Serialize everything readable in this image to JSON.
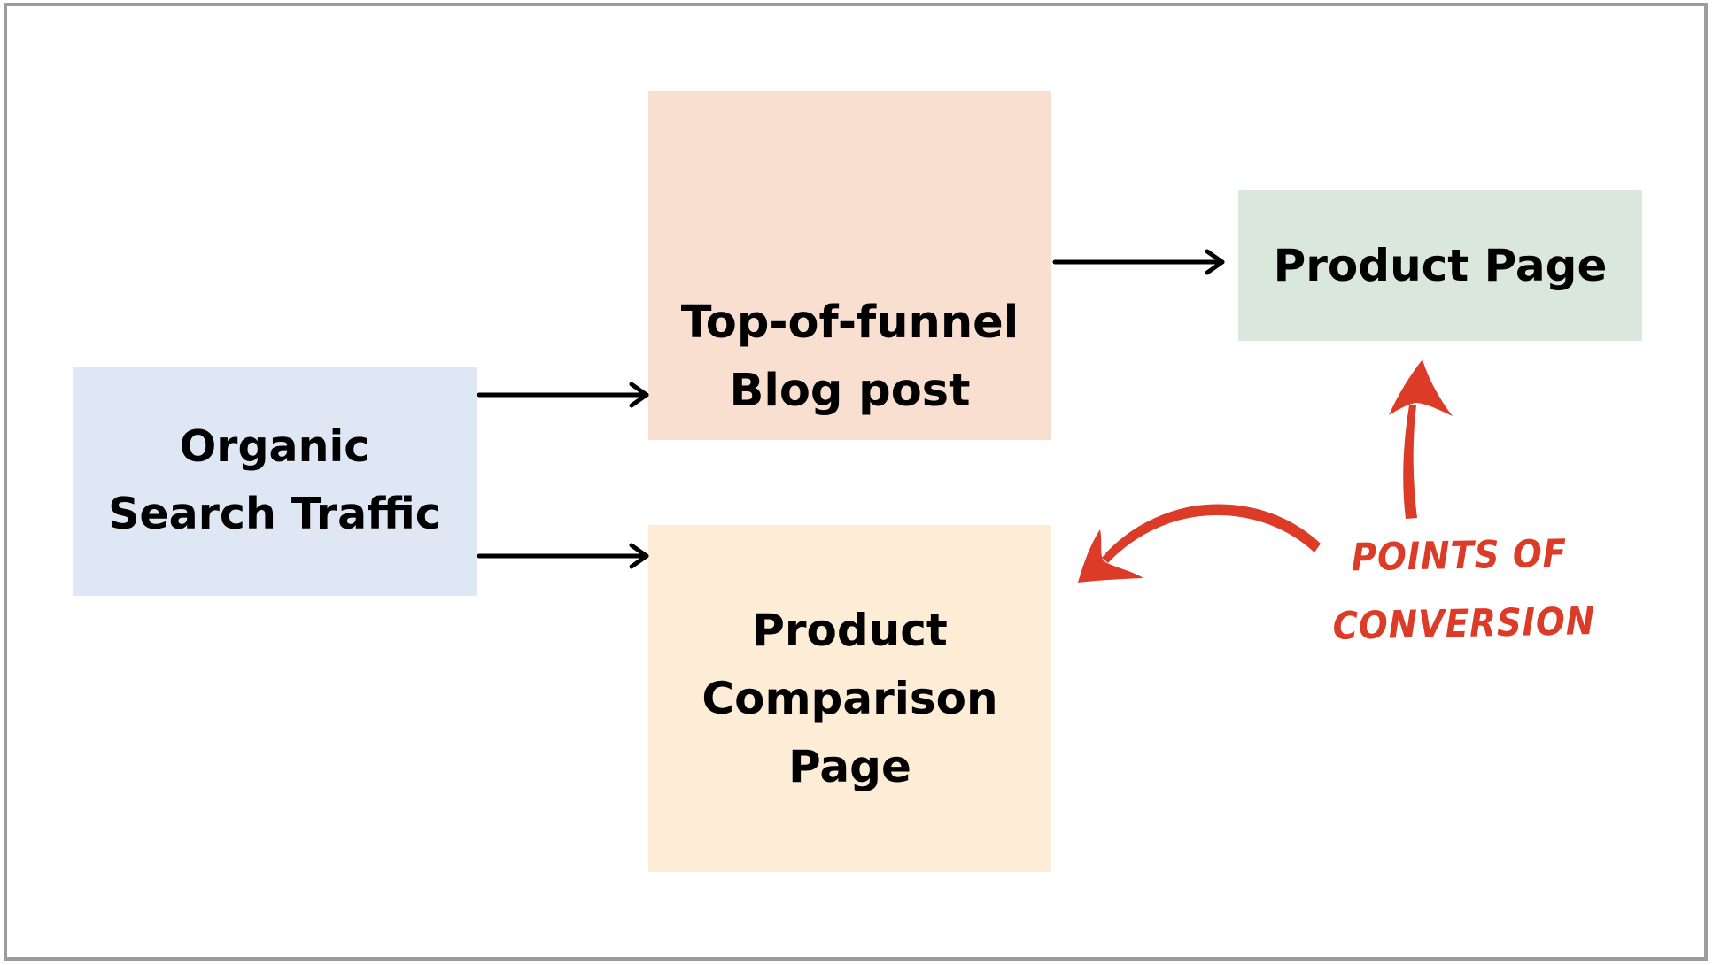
{
  "colors": {
    "organic_box": "#e0e7f4",
    "blog_box": "#f8dfcf",
    "product_page_box": "#d9e7dc",
    "comparison_box": "#fdecd6",
    "annotation": "#dc3b27",
    "arrow": "#000000",
    "frame_border": "#9d9d9d"
  },
  "nodes": {
    "organic": {
      "lines": [
        "Organic",
        "Search Traffic"
      ]
    },
    "blog": {
      "lines": [
        "Top-of-funnel",
        "Blog post"
      ]
    },
    "product_page": {
      "lines": [
        "Product Page"
      ]
    },
    "comparison": {
      "lines": [
        "Product",
        "Comparison",
        "Page"
      ]
    }
  },
  "annotation": {
    "lines": [
      "POINTS OF",
      "CONVERSION"
    ]
  },
  "edges": [
    {
      "from": "organic",
      "to": "blog"
    },
    {
      "from": "organic",
      "to": "comparison"
    },
    {
      "from": "blog",
      "to": "product_page"
    }
  ],
  "annotation_arrows": [
    {
      "from": "annotation",
      "to": "product_page",
      "icon": "curved-arrow-up-icon"
    },
    {
      "from": "annotation",
      "to": "comparison",
      "icon": "curved-arrow-left-icon"
    }
  ]
}
